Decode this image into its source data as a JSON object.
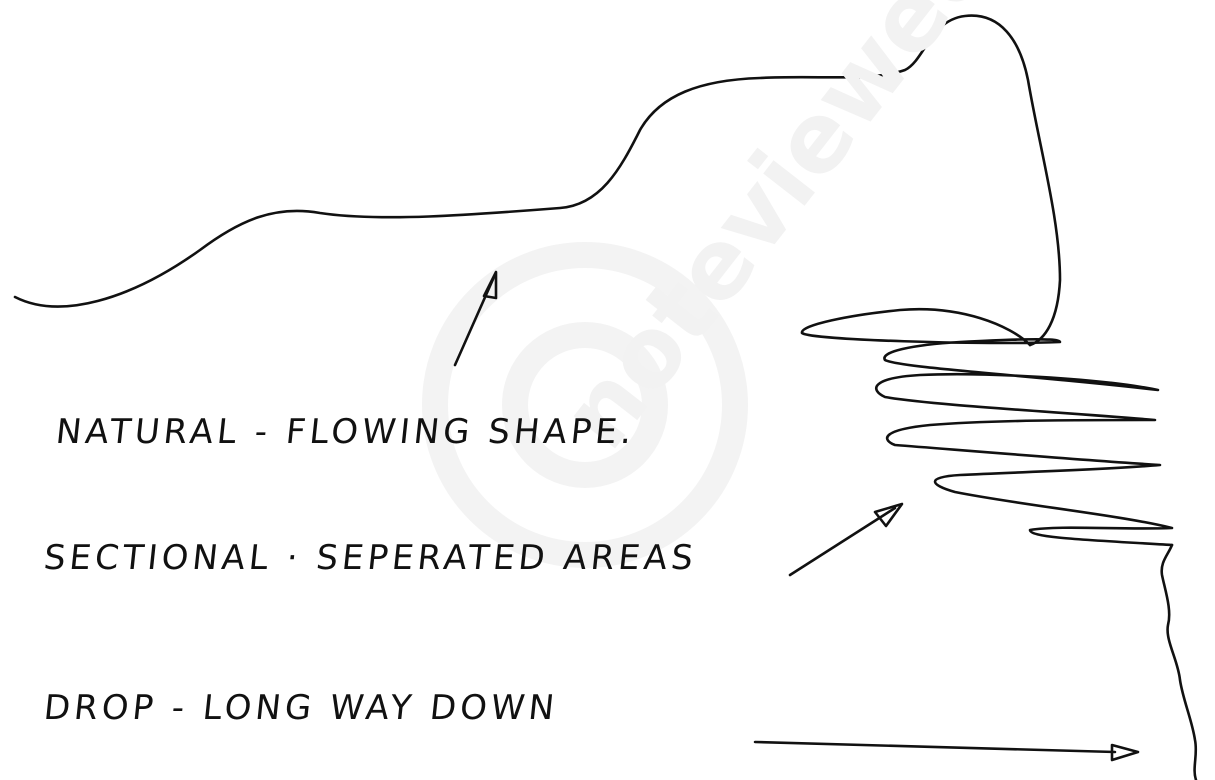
{
  "labels": {
    "natural": "NATURAL - FLOWING SHAPE.",
    "sectional": "SECTIONAL · SEPERATED AREAS",
    "drop": "DROP - LONG WAY DOWN"
  },
  "watermark": {
    "text": "noteviewed.com"
  },
  "ink_color": "#111111",
  "watermark_color": "#f2f2f2"
}
